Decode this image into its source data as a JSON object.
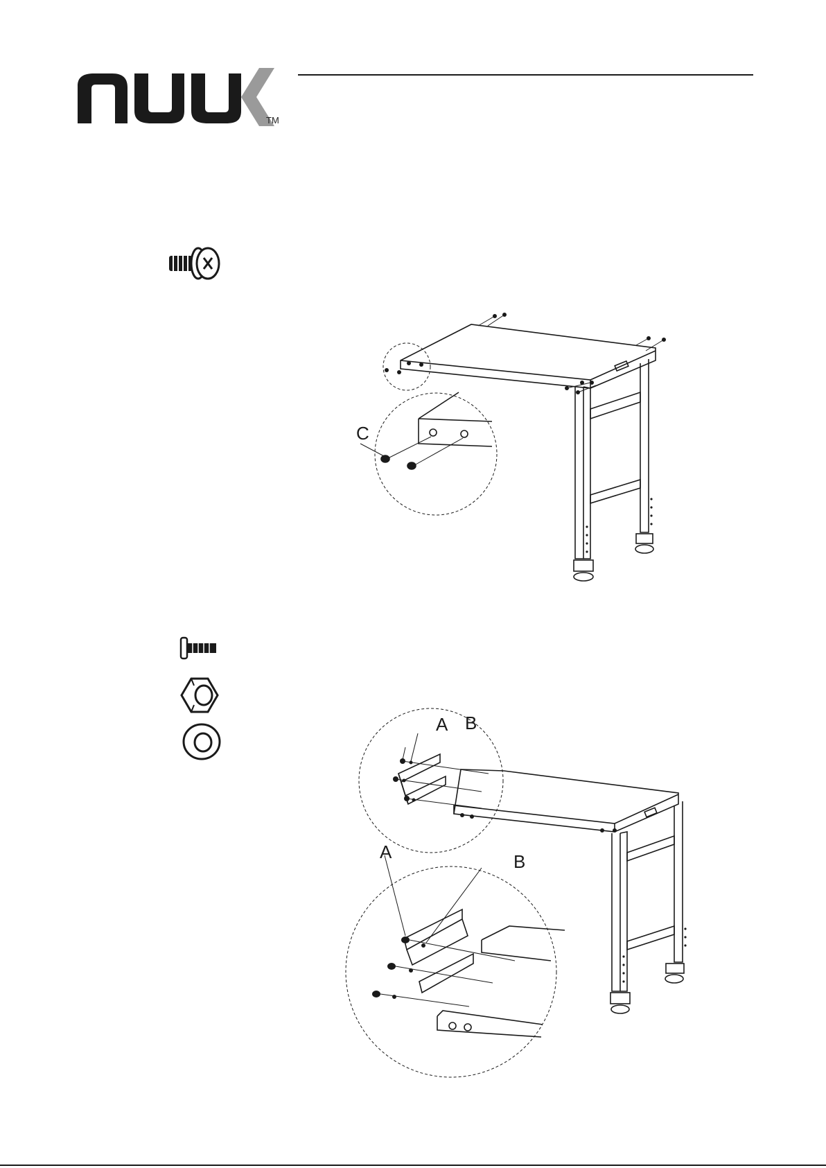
{
  "brand": {
    "name": "nuuk",
    "trademark": "TM"
  },
  "step_1": {
    "hardware": [
      {
        "icon": "pan-head-screw-icon"
      }
    ],
    "callouts": {
      "screw": "C"
    }
  },
  "step_2": {
    "hardware": [
      {
        "icon": "carriage-bolt-icon"
      },
      {
        "icon": "hex-nut-icon"
      },
      {
        "icon": "flat-washer-icon"
      }
    ],
    "callouts": {
      "bolt_top": "A",
      "washer_top": "B",
      "bolt_detail": "A",
      "washer_detail": "B"
    }
  },
  "colors": {
    "ink": "#1a1a1a",
    "logo_grey": "#9a9a9a"
  }
}
